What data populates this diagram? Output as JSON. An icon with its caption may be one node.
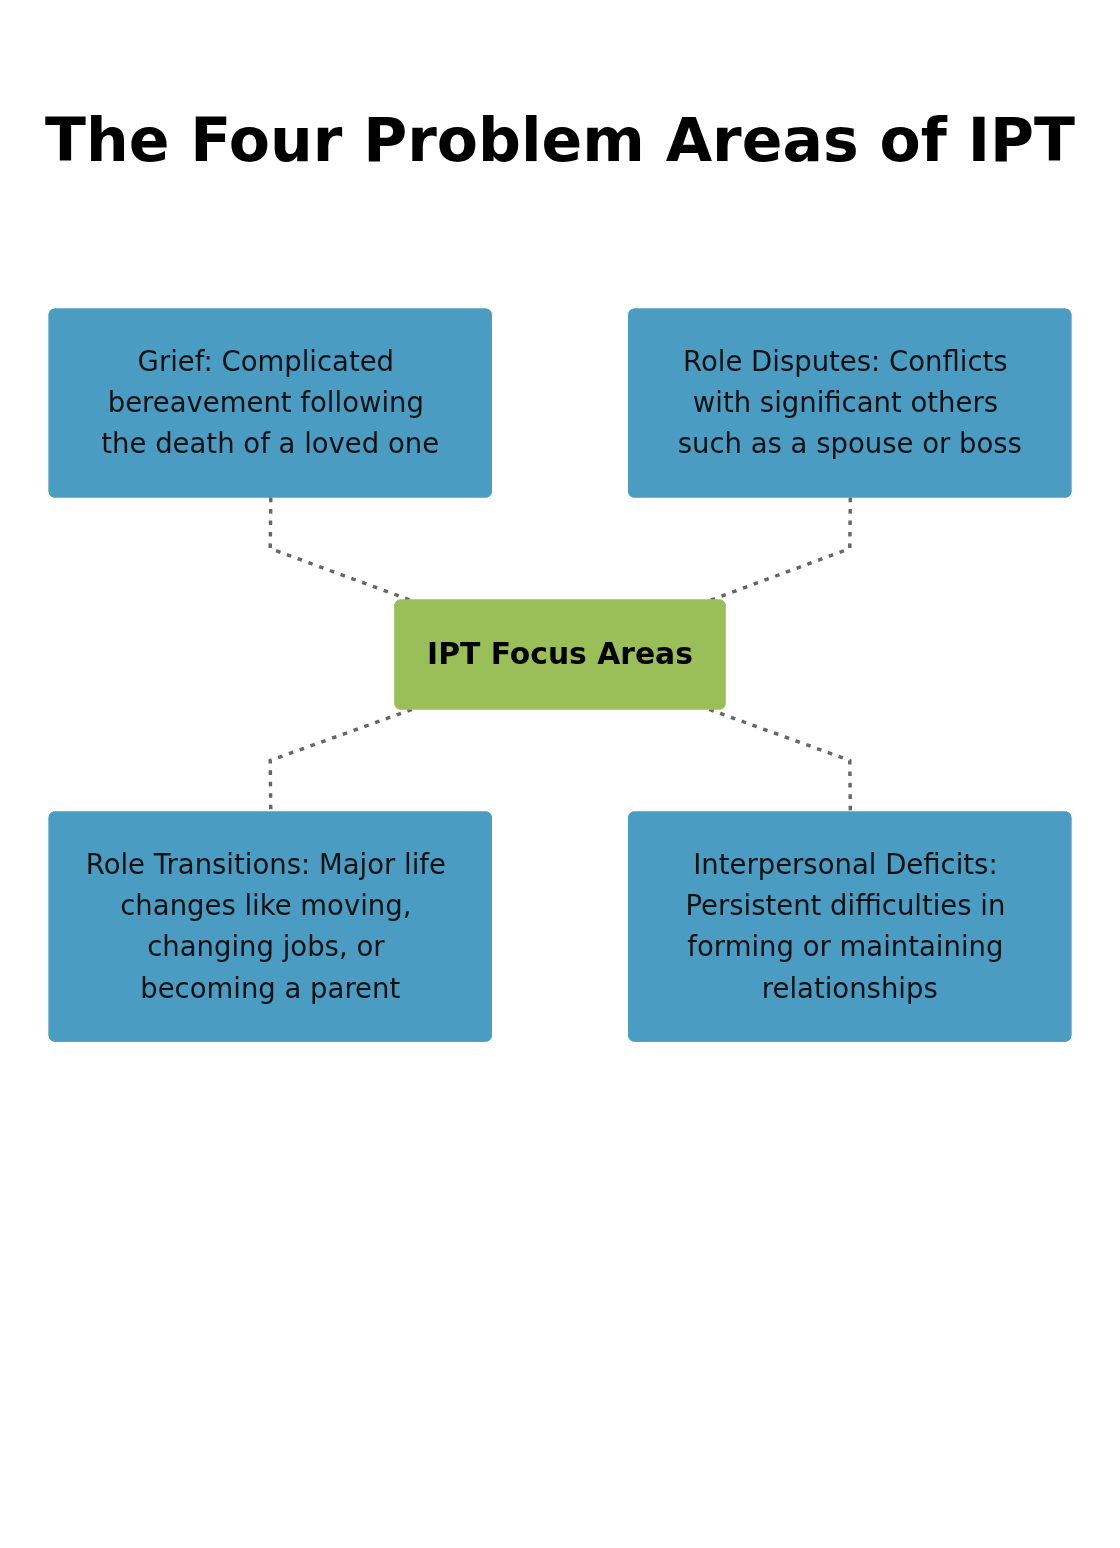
{
  "diagram": {
    "title": "The Four Problem Areas of IPT",
    "nodes": [
      {
        "text": [
          "Grief: Complicated bereavement following the death of a loved one"
        ]
      },
      {
        "text": [
          "Role Disputes: Conflicts with significant others such as a spouse or boss"
        ]
      },
      {
        "text": [
          "IPT Focus Areas"
        ]
      },
      {
        "text": [
          "Role Transitions: Major life changes like moving, changing jobs, or becoming a parent"
        ]
      },
      {
        "text": [
          "Interpersonal Deficits: Persistent difficulties in forming or maintaining relationships"
        ]
      }
    ],
    "edges": [
      {
        "from": 0,
        "to": 2,
        "arrow": "none",
        "style": "dashed"
      },
      {
        "from": 1,
        "to": 2,
        "arrow": "none",
        "style": "dashed"
      },
      {
        "from": 2,
        "to": 3,
        "arrow": "none",
        "style": "dashed"
      },
      {
        "from": 2,
        "to": 4,
        "arrow": "none",
        "style": "dashed"
      }
    ]
  }
}
